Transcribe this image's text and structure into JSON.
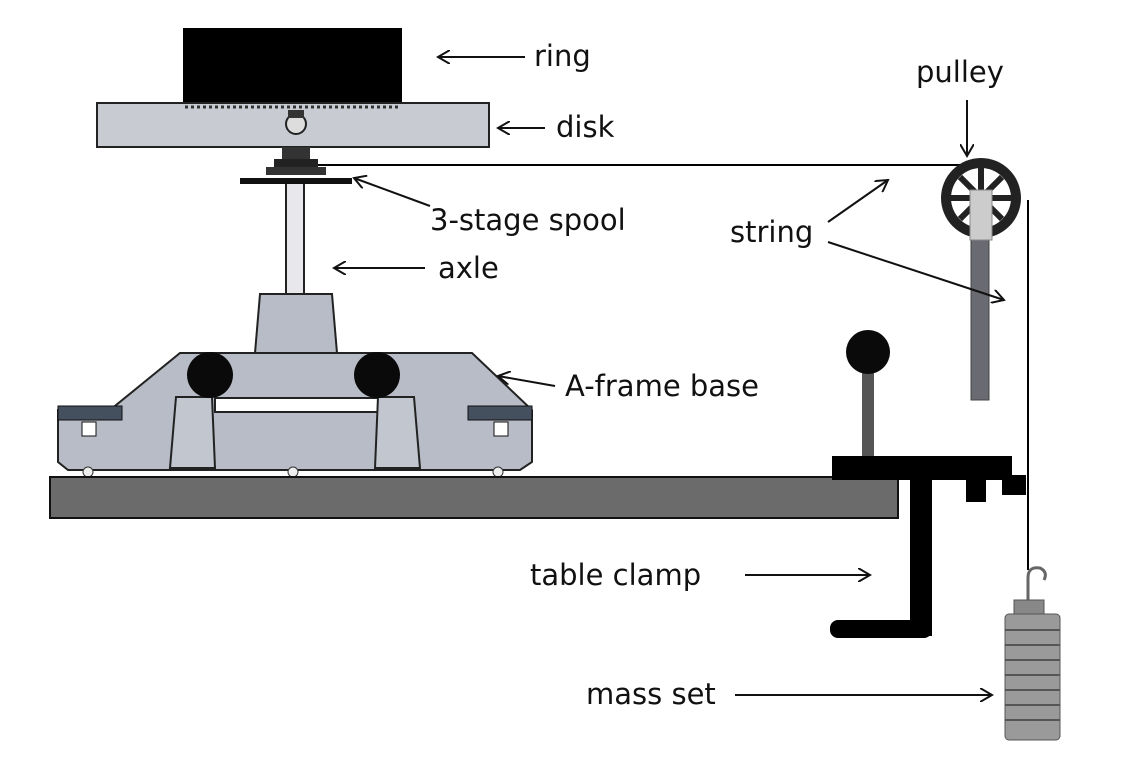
{
  "labels": {
    "ring": "ring",
    "disk": "disk",
    "pulley": "pulley",
    "spool": "3-stage spool",
    "string": "string",
    "axle": "axle",
    "a_frame": "A-frame base",
    "table_clamp": "table clamp",
    "mass_set": "mass set"
  },
  "colors": {
    "ring": "#000000",
    "disk": "#c8ccd2",
    "base": "#b7bcc6",
    "table": "#6b6b6b",
    "clamp": "#000000",
    "rod": "#6a6a72"
  }
}
